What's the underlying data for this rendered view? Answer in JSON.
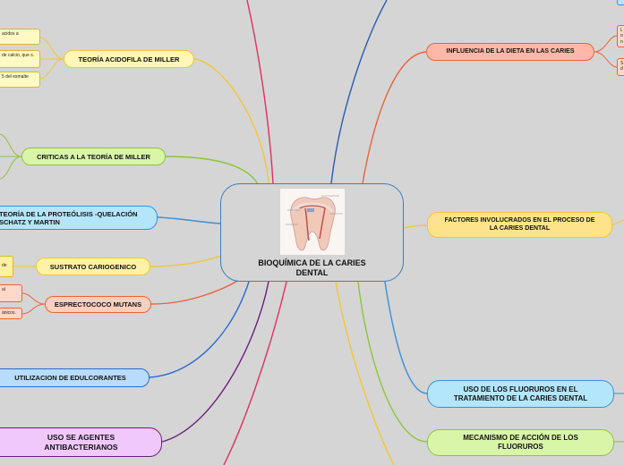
{
  "center": {
    "title": "BIOQUÍMICA DE LA CARIES DENTAL",
    "image": "tooth-illustration"
  },
  "topics": {
    "teoria_acidofila": "TEORÍA ACIDOFILA DE MILLER",
    "criticas": "CRITICAS A LA TEORÍA DE MILLER",
    "proteolisis": "TEORÍA DE LA PROTEÓLISIS -QUELACIÓN SCHATZ Y MARTIN",
    "sustrato": "SUSTRATO CARIOGENICO",
    "estreptococo": "ESPRECTOCOCO MUTANS",
    "edulcorantes": "UTILIZACION DE EDULCORANTES",
    "antibacterianos": "USO SE AGENTES ANTIBACTERIANOS",
    "dieta": "INFLUENCIA DE LA DIETA EN LAS CARIES",
    "factores": "FACTORES INVOLUCRADOS EN EL PROCESO DE LA CARIES DENTAL",
    "fluoruros": "USO DE LOS FLUORUROS EN EL TRATAMIENTO DE LA CARIES DENTAL",
    "mecanismo": "MECANISMO DE ACCIÓN DE LOS FLUORUROS"
  },
  "leaves": {
    "acid1": "acidos a",
    "acid2": "de calcio, que s.",
    "acid3": "5 del esmalte",
    "sust1": "de",
    "strep1": "al",
    "strep2": "ánicos.",
    "dieta1": "L o n",
    "dieta2": "S d"
  },
  "colors": {
    "center_border": "#3a7fc0",
    "yellow": "#f0c637",
    "green": "#8fc43c",
    "blue": "#3c8fd8",
    "orange": "#e8643a",
    "purple": "#6b1f7a",
    "pink": "#e0305f"
  }
}
